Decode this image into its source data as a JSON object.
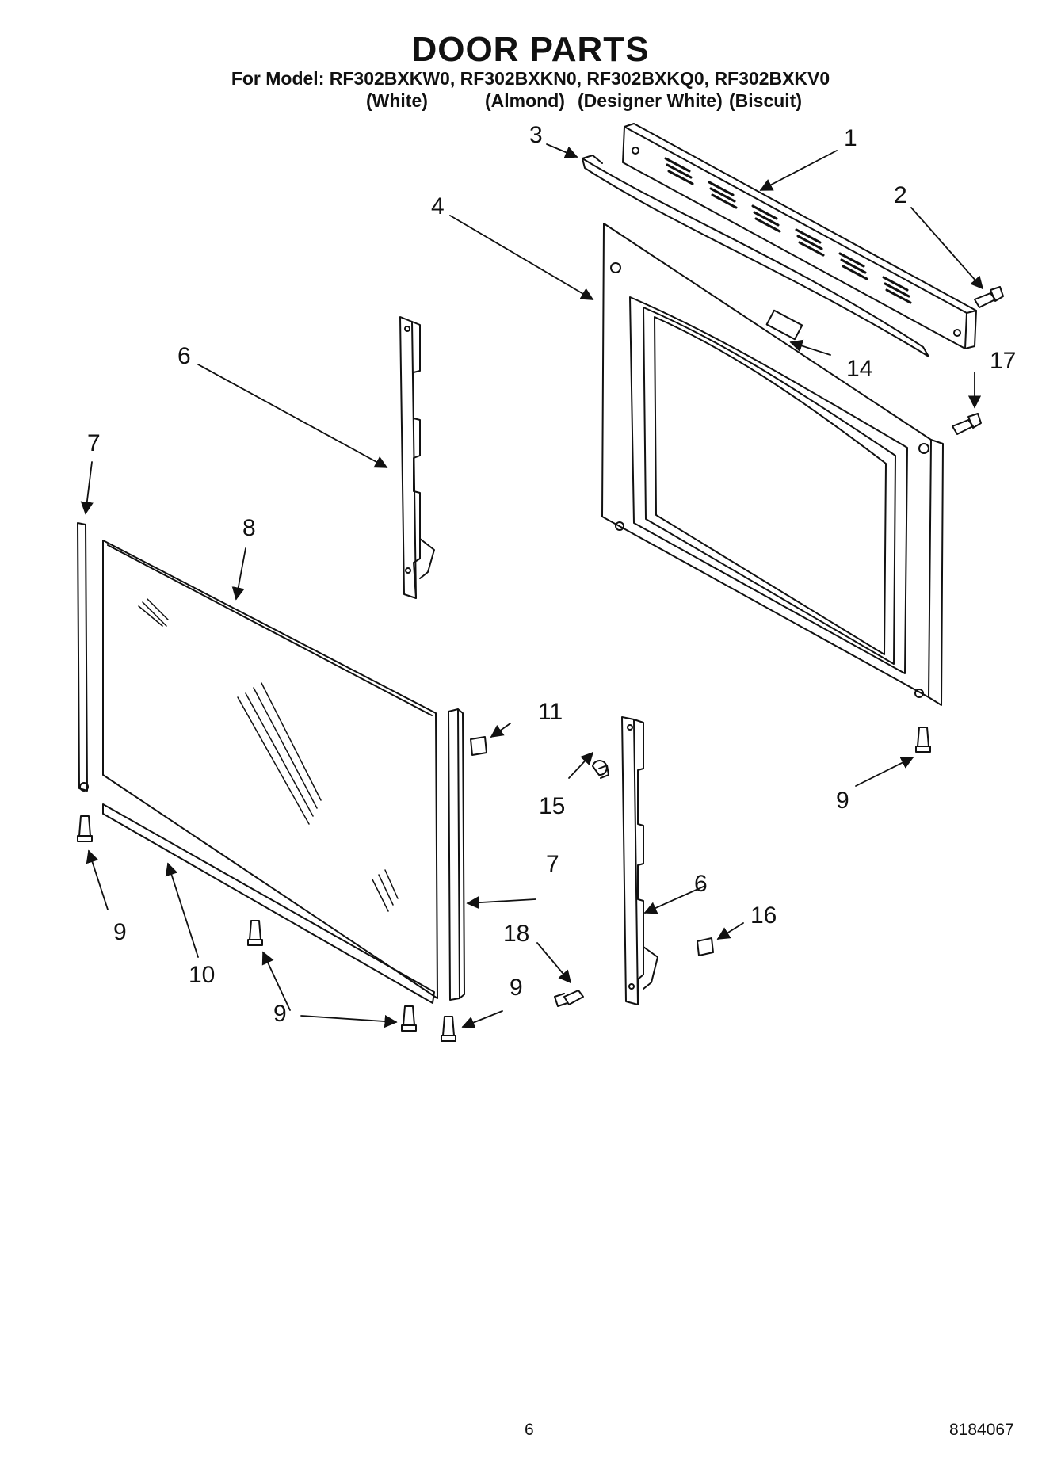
{
  "header": {
    "title": "DOOR PARTS",
    "subtitle": "For Model: RF302BXKW0, RF302BXKN0, RF302BXKQ0, RF302BXKV0",
    "color_names": [
      "(White)",
      "(Almond)",
      "(Designer White)",
      "(Biscuit)"
    ]
  },
  "callouts": [
    {
      "id": "c1",
      "label": "1"
    },
    {
      "id": "c2",
      "label": "2"
    },
    {
      "id": "c3",
      "label": "3"
    },
    {
      "id": "c4",
      "label": "4"
    },
    {
      "id": "c6a",
      "label": "6"
    },
    {
      "id": "c6b",
      "label": "6"
    },
    {
      "id": "c7a",
      "label": "7"
    },
    {
      "id": "c7b",
      "label": "7"
    },
    {
      "id": "c8",
      "label": "8"
    },
    {
      "id": "c9a",
      "label": "9"
    },
    {
      "id": "c9b",
      "label": "9"
    },
    {
      "id": "c9c",
      "label": "9"
    },
    {
      "id": "c9d",
      "label": "9"
    },
    {
      "id": "c10",
      "label": "10"
    },
    {
      "id": "c11",
      "label": "11"
    },
    {
      "id": "c14",
      "label": "14"
    },
    {
      "id": "c15",
      "label": "15"
    },
    {
      "id": "c16",
      "label": "16"
    },
    {
      "id": "c17",
      "label": "17"
    },
    {
      "id": "c18",
      "label": "18"
    }
  ],
  "footer": {
    "page_number": "6",
    "doc_number": "8184067"
  },
  "colors": {
    "line": "#111111",
    "background": "#ffffff"
  }
}
